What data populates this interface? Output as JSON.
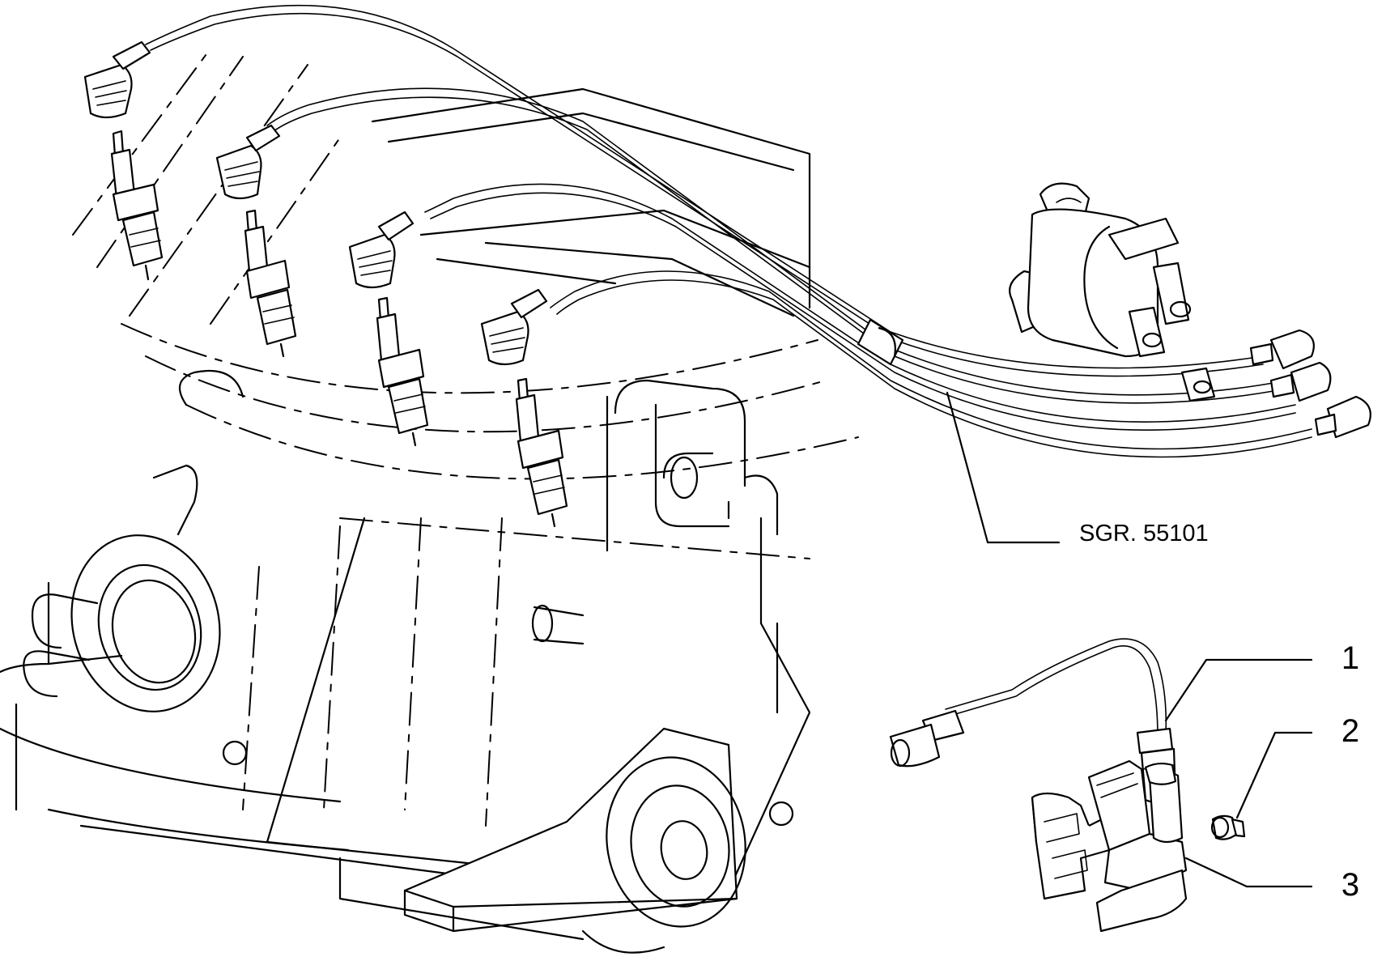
{
  "diagram": {
    "reference_label": "SGR. 55101",
    "callouts": [
      {
        "id": "1",
        "label": "1"
      },
      {
        "id": "2",
        "label": "2"
      },
      {
        "id": "3",
        "label": "3"
      }
    ]
  }
}
